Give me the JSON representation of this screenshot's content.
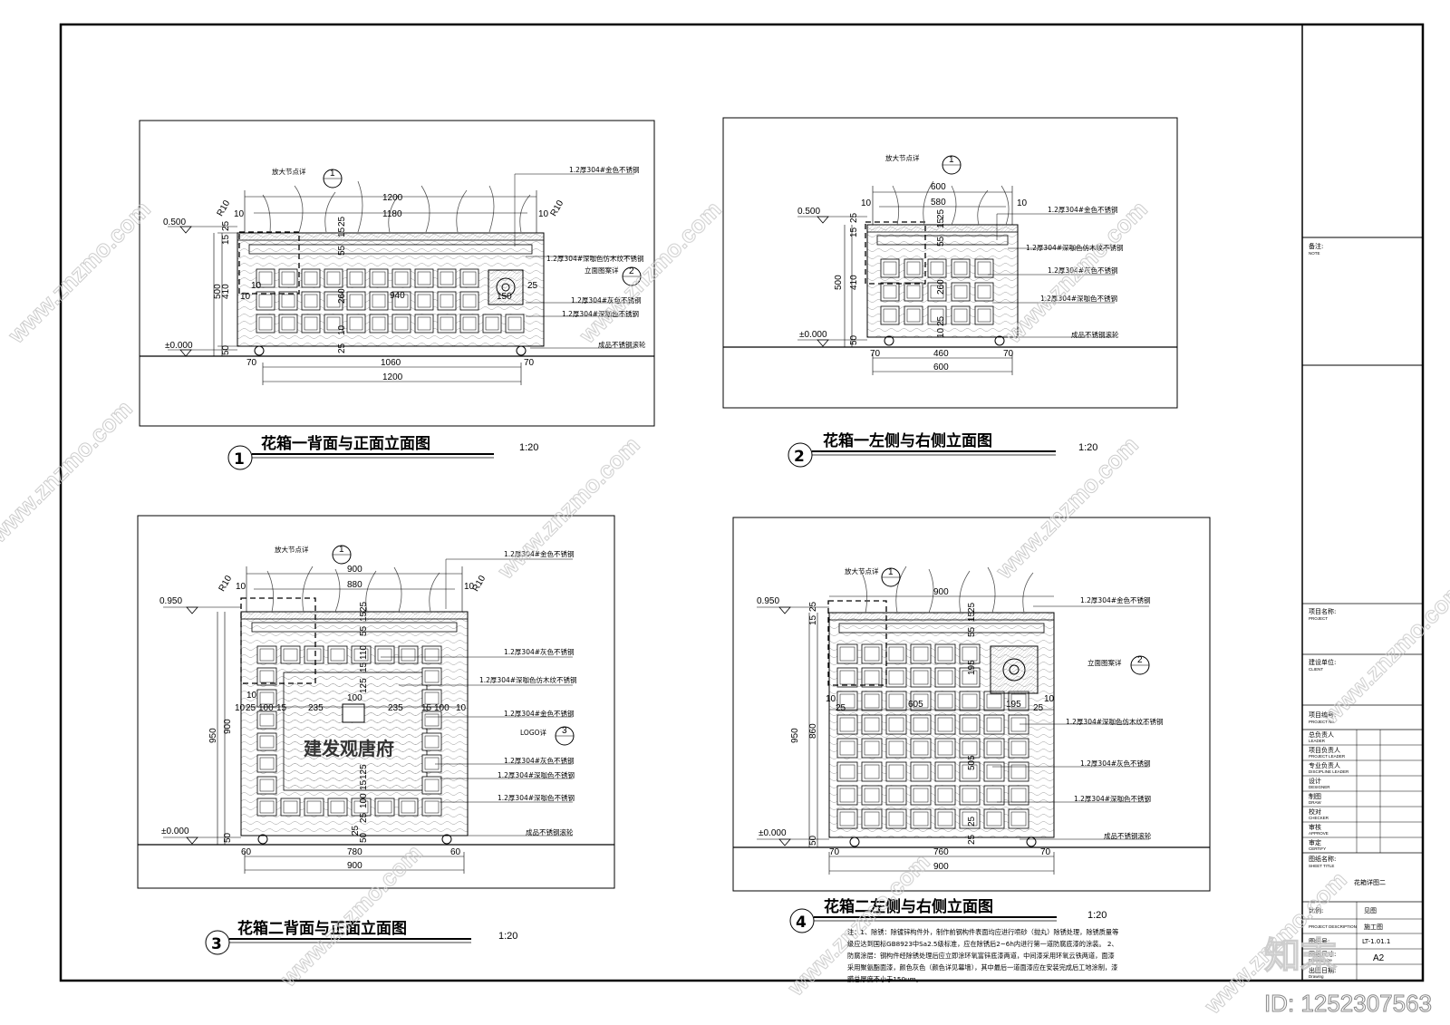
{
  "sheet_title": "花箱详图二",
  "views": [
    {
      "num": "1",
      "title": "花箱一背面与正面立面图",
      "scale": "1:20",
      "elev_top": "0.500",
      "elev_bottom": "±0.000",
      "detail_tag": "放大节点详",
      "detail_num": "1",
      "pattern_tag": "立面图案详",
      "pattern_num": "2",
      "dims_top": [
        "1200",
        "1180",
        "10",
        "10",
        "R10",
        "R10"
      ],
      "dims_left": [
        "500",
        "410",
        "15",
        "25",
        "50",
        "10",
        "10"
      ],
      "dims_inner": [
        "55",
        "15",
        "25",
        "260",
        "940",
        "10",
        "25",
        "150",
        "25"
      ],
      "dims_bottom": [
        "70",
        "1060",
        "70",
        "1200"
      ],
      "notes": [
        "1.2厚304#金色不锈钢",
        "1.2厚304#深咖色仿木纹不锈钢",
        "1.2厚304#灰色不锈钢",
        "1.2厚304#深咖色不锈钢",
        "成品不锈钢滚轮"
      ]
    },
    {
      "num": "2",
      "title": "花箱一左侧与右侧立面图",
      "scale": "1:20",
      "elev_top": "0.500",
      "elev_bottom": "±0.000",
      "detail_tag": "放大节点详",
      "detail_num": "1",
      "dims_top": [
        "600",
        "580",
        "10",
        "10"
      ],
      "dims_left": [
        "500",
        "410",
        "15",
        "25",
        "50"
      ],
      "dims_inner": [
        "55",
        "15",
        "25",
        "260",
        "25",
        "10"
      ],
      "dims_bottom": [
        "70",
        "460",
        "70",
        "600"
      ],
      "notes": [
        "1.2厚304#金色不锈钢",
        "1.2厚304#深咖色仿木纹不锈钢",
        "1.2厚304#灰色不锈钢",
        "1.2厚304#深咖色不锈钢",
        "成品不锈钢滚轮"
      ]
    },
    {
      "num": "3",
      "title": "花箱二背面与正面立面图",
      "scale": "1:20",
      "elev_top": "0.950",
      "elev_bottom": "±0.000",
      "detail_tag": "放大节点详",
      "detail_num": "1",
      "logo_tag": "LOGO详",
      "logo_num": "3",
      "logo_text": "建发观唐府",
      "dims_top": [
        "900",
        "880",
        "10",
        "10",
        "R10",
        "R10"
      ],
      "dims_left": [
        "950",
        "900",
        "50",
        "10",
        "25"
      ],
      "dims_mid": [
        "10",
        "25",
        "100",
        "15",
        "235",
        "100",
        "235",
        "15",
        "100",
        "10"
      ],
      "dims_inner": [
        "55",
        "15",
        "25",
        "110",
        "15",
        "125",
        "125",
        "15",
        "100",
        "25",
        "50"
      ],
      "dims_bottom": [
        "60",
        "780",
        "60",
        "900"
      ],
      "notes": [
        "1.2厚304#金色不锈钢",
        "1.2厚304#灰色不锈钢",
        "1.2厚304#深咖色仿木纹不锈钢",
        "1.2厚304#金色不锈钢",
        "1.2厚304#灰色不锈钢",
        "1.2厚304#深咖色不锈钢",
        "1.2厚304#深咖色不锈钢",
        "成品不锈钢滚轮"
      ]
    },
    {
      "num": "4",
      "title": "花箱二左侧与右侧立面图",
      "scale": "1:20",
      "elev_top": "0.950",
      "elev_bottom": "±0.000",
      "detail_tag": "放大节点详",
      "detail_num": "1",
      "pattern_tag": "立面图案详",
      "pattern_num": "2",
      "dims_top": [
        "900"
      ],
      "dims_left": [
        "950",
        "860",
        "15",
        "25",
        "50"
      ],
      "dims_mid": [
        "10",
        "25",
        "605",
        "195",
        "25",
        "10"
      ],
      "dims_inner": [
        "55",
        "15",
        "25",
        "195",
        "505",
        "25",
        "25"
      ],
      "dims_bottom": [
        "70",
        "760",
        "70",
        "900"
      ],
      "notes": [
        "1.2厚304#金色不锈钢",
        "1.2厚304#深咖色仿木纹不锈钢",
        "1.2厚304#灰色不锈钢",
        "1.2厚304#深咖色不锈钢",
        "成品不锈钢滚轮"
      ]
    }
  ],
  "general_notes": "注：1、除锈：除镀锌构件外，制作前钢构件表面均应进行喷砂（抛丸）除锈处理，除锈质量等级应达到国标GB8923中Sa2.5级标准，应在除锈后2~6h内进行第一道防腐底漆的涂装。 2、防腐涂层：钢构件经除锈处理后应立即涂环氧富锌底漆两道，中间漆采用环氧云铁两道，面漆采用聚氨酯面漆，颜色灰色（颜色详见幕墙），其中最后一道面漆应在安装完成后工地涂制，漆膜总厚度不小于150um。",
  "title_block": {
    "note": "备注:",
    "note_en": "NOTE",
    "project": "项目名称:",
    "project_en": "PROJECT",
    "client": "建设单位:",
    "client_en": "CLIENT",
    "project_no": "项目编号:",
    "project_no_en": "PROJECT No.",
    "roles": [
      {
        "cn": "总负责人",
        "en": "LEADER"
      },
      {
        "cn": "项目负责人",
        "en": "PROJECT LEADER"
      },
      {
        "cn": "专业负责人",
        "en": "DISCIPLINE LEADER"
      },
      {
        "cn": "设计",
        "en": "DESIGNER"
      },
      {
        "cn": "制图",
        "en": "DRAW"
      },
      {
        "cn": "校对",
        "en": "CHECKER"
      },
      {
        "cn": "审核",
        "en": "APPROVE"
      },
      {
        "cn": "审定",
        "en": "CERTIFY"
      }
    ],
    "sheet_title_label": "图纸名称:",
    "sheet_title_en": "SHEET TITLE",
    "scale_label": "比例:",
    "scale_value": "见图",
    "stage_en": "PROJECT DESCRIPTION",
    "stage_value": "施工图",
    "sheet_no_label": "图纸号:",
    "sheet_no_value": "LT-1.01.1",
    "size_label": "图纸尺寸:",
    "size_en": "Drawing size",
    "size_value": "A2",
    "date_label": "出图日期:",
    "date_en": "Drawing"
  },
  "watermark": {
    "url": "www.znzmo.com",
    "brand": "知末网",
    "logo": "知末",
    "id": "ID: 1252307563"
  }
}
